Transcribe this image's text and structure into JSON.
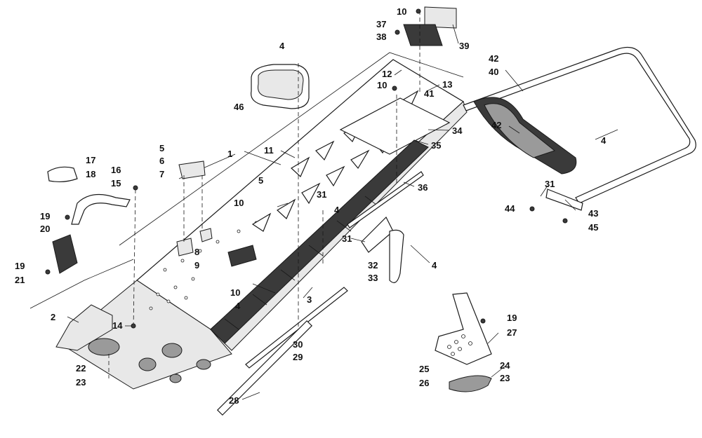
{
  "callouts": [
    {
      "id": "c1",
      "label": "1"
    },
    {
      "id": "c2",
      "label": "2"
    },
    {
      "id": "c3",
      "label": "3"
    },
    {
      "id": "c4a",
      "label": "4"
    },
    {
      "id": "c4b",
      "label": "4"
    },
    {
      "id": "c4c",
      "label": "4"
    },
    {
      "id": "c4d",
      "label": "4"
    },
    {
      "id": "c4e",
      "label": "4"
    },
    {
      "id": "c5a",
      "label": "5"
    },
    {
      "id": "c5b",
      "label": "5"
    },
    {
      "id": "c6",
      "label": "6"
    },
    {
      "id": "c7",
      "label": "7"
    },
    {
      "id": "c8",
      "label": "8"
    },
    {
      "id": "c9",
      "label": "9"
    },
    {
      "id": "c10a",
      "label": "10"
    },
    {
      "id": "c10b",
      "label": "10"
    },
    {
      "id": "c10c",
      "label": "10"
    },
    {
      "id": "c10d",
      "label": "10"
    },
    {
      "id": "c11",
      "label": "11"
    },
    {
      "id": "c12",
      "label": "12"
    },
    {
      "id": "c13",
      "label": "13"
    },
    {
      "id": "c14",
      "label": "14"
    },
    {
      "id": "c15",
      "label": "15"
    },
    {
      "id": "c16",
      "label": "16"
    },
    {
      "id": "c17",
      "label": "17"
    },
    {
      "id": "c18",
      "label": "18"
    },
    {
      "id": "c19a",
      "label": "19"
    },
    {
      "id": "c19b",
      "label": "19"
    },
    {
      "id": "c19c",
      "label": "19"
    },
    {
      "id": "c20",
      "label": "20"
    },
    {
      "id": "c21",
      "label": "21"
    },
    {
      "id": "c22",
      "label": "22"
    },
    {
      "id": "c23a",
      "label": "23"
    },
    {
      "id": "c23b",
      "label": "23"
    },
    {
      "id": "c24",
      "label": "24"
    },
    {
      "id": "c25",
      "label": "25"
    },
    {
      "id": "c26",
      "label": "26"
    },
    {
      "id": "c27",
      "label": "27"
    },
    {
      "id": "c28",
      "label": "28"
    },
    {
      "id": "c29",
      "label": "29"
    },
    {
      "id": "c30",
      "label": "30"
    },
    {
      "id": "c31a",
      "label": "31"
    },
    {
      "id": "c31b",
      "label": "31"
    },
    {
      "id": "c31c",
      "label": "31"
    },
    {
      "id": "c32",
      "label": "32"
    },
    {
      "id": "c33",
      "label": "33"
    },
    {
      "id": "c34",
      "label": "34"
    },
    {
      "id": "c35",
      "label": "35"
    },
    {
      "id": "c36",
      "label": "36"
    },
    {
      "id": "c37",
      "label": "37"
    },
    {
      "id": "c38",
      "label": "38"
    },
    {
      "id": "c39",
      "label": "39"
    },
    {
      "id": "c40",
      "label": "40"
    },
    {
      "id": "c41",
      "label": "41"
    },
    {
      "id": "c42a",
      "label": "42"
    },
    {
      "id": "c42b",
      "label": "42"
    },
    {
      "id": "c43",
      "label": "43"
    },
    {
      "id": "c44",
      "label": "44"
    },
    {
      "id": "c45",
      "label": "45"
    },
    {
      "id": "c46",
      "label": "46"
    }
  ]
}
